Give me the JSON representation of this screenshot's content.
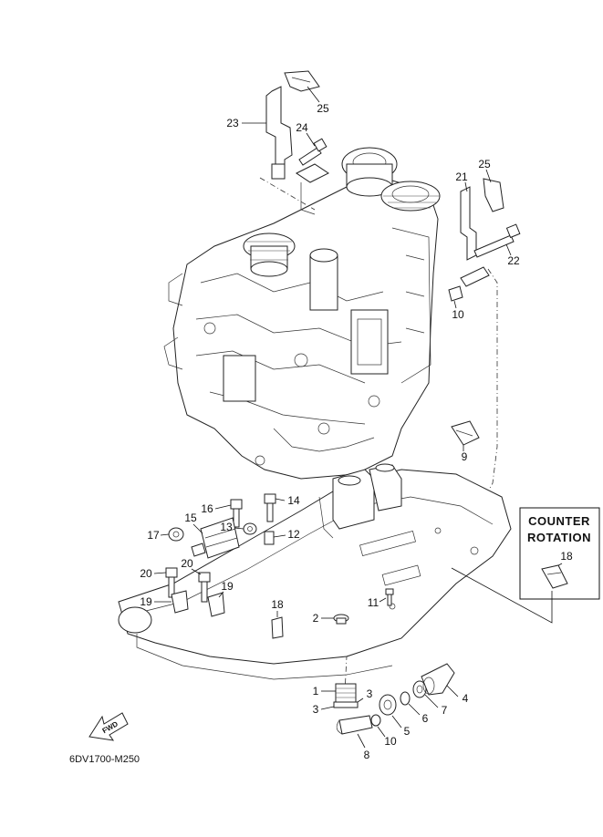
{
  "diagram_code": "6DV1700-M250",
  "fwd_label": "FWD",
  "counter_rotation": {
    "line1": "COUNTER",
    "line2": "ROTATION",
    "part": "18"
  },
  "callouts": {
    "c25a": "25",
    "c23": "23",
    "c24": "24",
    "c25b": "25",
    "c21": "21",
    "c22": "22",
    "c10a": "10",
    "c9": "9",
    "c16": "16",
    "c14": "14",
    "c13": "13",
    "c12": "12",
    "c17": "17",
    "c15": "15",
    "c20a": "20",
    "c20b": "20",
    "c19a": "19",
    "c19b": "19",
    "c18": "18",
    "c2": "2",
    "c11": "11",
    "c1": "1",
    "c3a": "3",
    "c3b": "3",
    "c4": "4",
    "c7": "7",
    "c6": "6",
    "c5": "5",
    "c10b": "10",
    "c8": "8"
  }
}
